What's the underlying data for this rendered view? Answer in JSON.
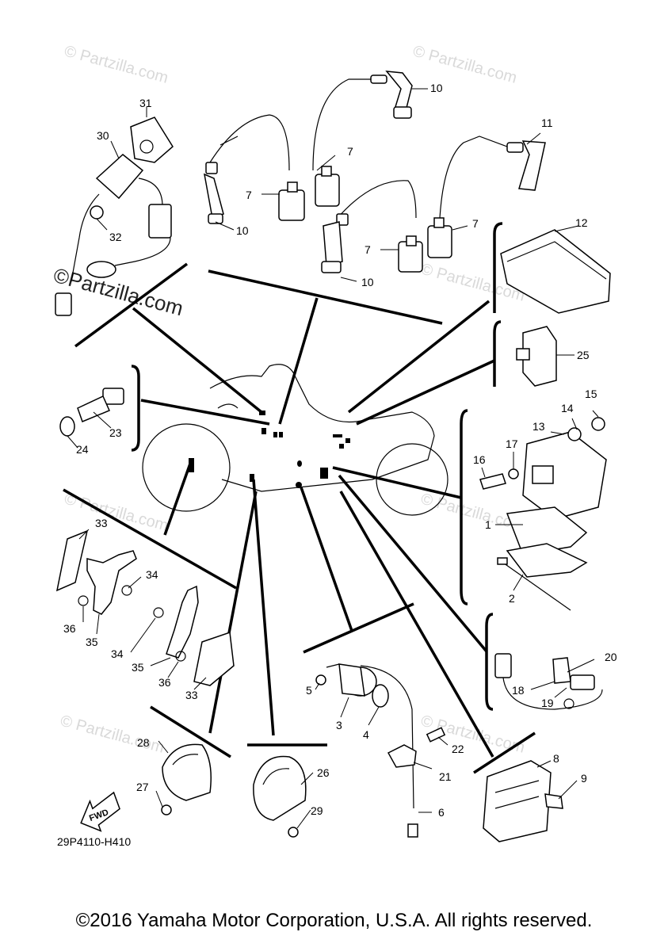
{
  "watermark": {
    "text": "Partzilla.com",
    "copyright_symbol": "©"
  },
  "diagram_code": "29P4110-H410",
  "fwd_label": "FWD",
  "footer": "©2016 Yamaha Motor Corporation, U.S.A. All rights reserved.",
  "callouts": {
    "c1": "1",
    "c2": "2",
    "c3": "3",
    "c4": "4",
    "c5": "5",
    "c6": "6",
    "c7a": "7",
    "c7b": "7",
    "c7c": "7",
    "c7d": "7",
    "c8": "8",
    "c9": "9",
    "c10a": "10",
    "c10b": "10",
    "c10c": "10",
    "c11": "11",
    "c12": "12",
    "c13": "13",
    "c14": "14",
    "c15": "15",
    "c16": "16",
    "c17": "17",
    "c18": "18",
    "c19": "19",
    "c20": "20",
    "c21": "21",
    "c22": "22",
    "c23": "23",
    "c24": "24",
    "c25": "25",
    "c26": "26",
    "c27": "27",
    "c28": "28",
    "c29": "29",
    "c30": "30",
    "c31": "31",
    "c32": "32",
    "c33a": "33",
    "c33b": "33",
    "c34a": "34",
    "c34b": "34",
    "c35a": "35",
    "c35b": "35",
    "c36a": "36",
    "c36b": "36"
  }
}
